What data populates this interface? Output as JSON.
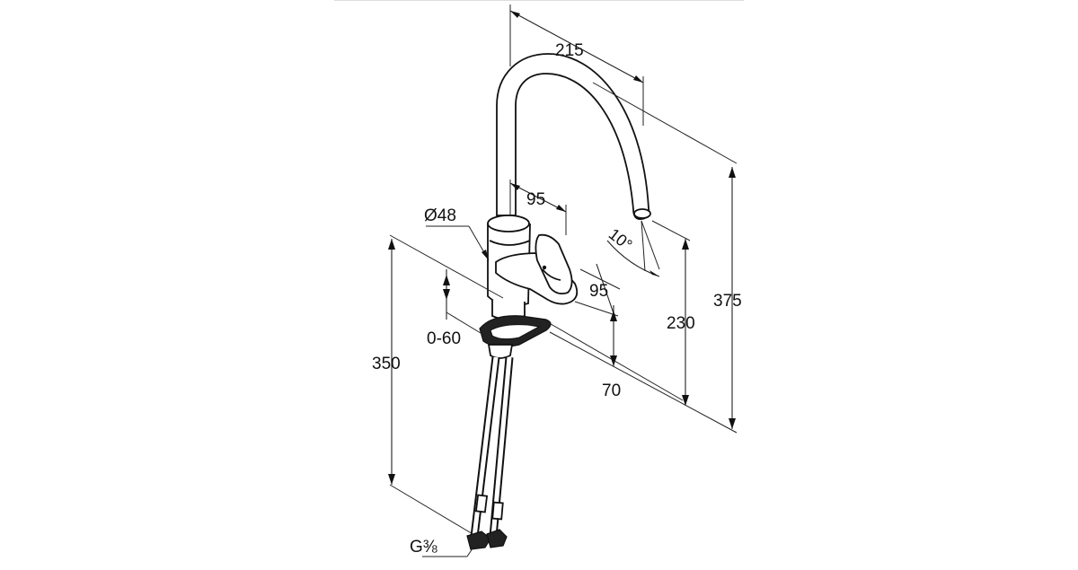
{
  "dimensions": {
    "spout_reach": "215",
    "body_diameter": "Ø48",
    "handle_offset": "95",
    "handle_depth": "95",
    "handle_angle": "10°",
    "spout_height": "230",
    "total_height": "375",
    "hose_length": "350",
    "deck_thickness": "0-60",
    "mount_offset": "70",
    "connection_thread": "G⅜"
  }
}
